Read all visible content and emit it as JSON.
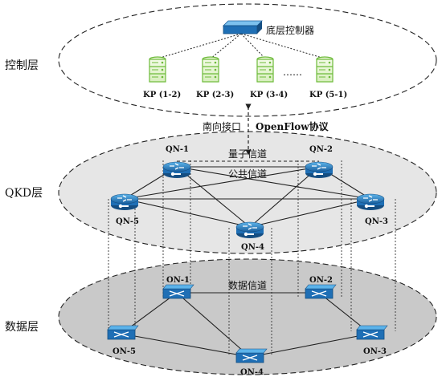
{
  "layers": {
    "control": "控制层",
    "qkd": "QKD层",
    "data": "数据层"
  },
  "controller": {
    "label": "底层控制器"
  },
  "kp_nodes": [
    {
      "label": "KP (1-2)"
    },
    {
      "label": "KP (2-3)"
    },
    {
      "label": "KP (3-4)"
    },
    {
      "label": "KP (5-1)"
    }
  ],
  "kp_ellipsis": "……",
  "interface": {
    "southbound": "南向接口",
    "protocol": "OpenFlow协议"
  },
  "qkd_nodes": [
    {
      "label": "QN-1"
    },
    {
      "label": "QN-2"
    },
    {
      "label": "QN-3"
    },
    {
      "label": "QN-4"
    },
    {
      "label": "QN-5"
    }
  ],
  "channels": {
    "quantum": "量子信道",
    "public": "公共信道",
    "data": "数据信道"
  },
  "data_nodes": [
    {
      "label": "ON-1"
    },
    {
      "label": "ON-2"
    },
    {
      "label": "ON-3"
    },
    {
      "label": "ON-4"
    },
    {
      "label": "ON-5"
    }
  ],
  "colors": {
    "router_blue": "#1f6fb5",
    "router_light": "#4aa3df",
    "server_green": "#6dbb3a",
    "control_plane": "#ffffff",
    "qkd_plane": "#e6e6e6",
    "data_plane": "#c9c9c9"
  }
}
